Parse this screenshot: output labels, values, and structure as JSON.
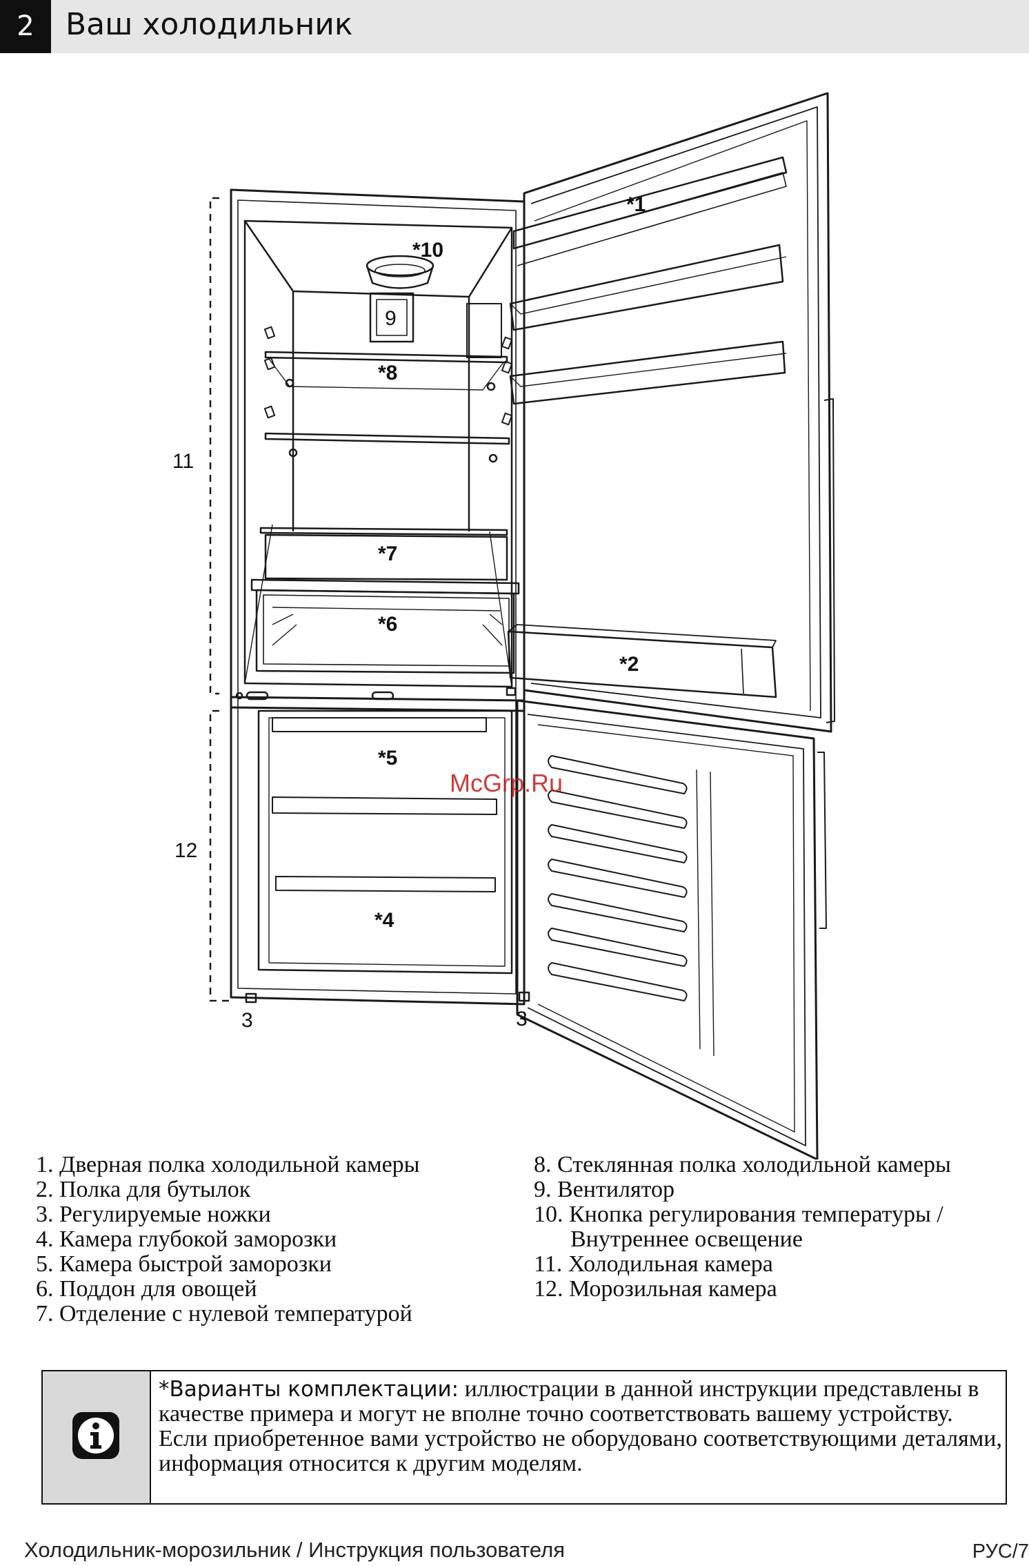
{
  "header": {
    "section_number": "2",
    "title": "Ваш холодильник"
  },
  "diagram": {
    "callouts": {
      "c1": "*1",
      "c2": "*2",
      "c3a": "3",
      "c3b": "3",
      "c4": "*4",
      "c5": "*5",
      "c6": "*6",
      "c7": "*7",
      "c8": "*8",
      "c9": "9",
      "c10": "*10",
      "c11": "11",
      "c12": "12"
    },
    "watermark": "McGrp.Ru"
  },
  "legend": {
    "left": [
      "1. Дверная полка холодильной камеры",
      "2. Полка для бутылок",
      "3. Регулируемые ножки",
      "4. Камера глубокой заморозки",
      "5. Камера быстрой заморозки",
      "6. Поддон для овощей",
      "7. Отделение с нулевой температурой"
    ],
    "right": [
      "8. Стеклянная полка холодильной камеры",
      "9. Вентилятор",
      "10. Кнопка регулирования температуры /",
      "Внутреннее освещение",
      "11. Холодильная камера",
      "12. Морозильная камера"
    ]
  },
  "note": {
    "heading": "*Варианты комплектации:",
    "body": " иллюстрации в данной инструкции представлены в качестве примера и могут не вполне точно соответствовать вашему устройству. Если приобретенное вами устройство не оборудовано соответствующими деталями, информация относится к другим моделям."
  },
  "footer": {
    "left": "Холодильник-морозильник / Инструкция пользователя",
    "right": "РУС/7"
  }
}
